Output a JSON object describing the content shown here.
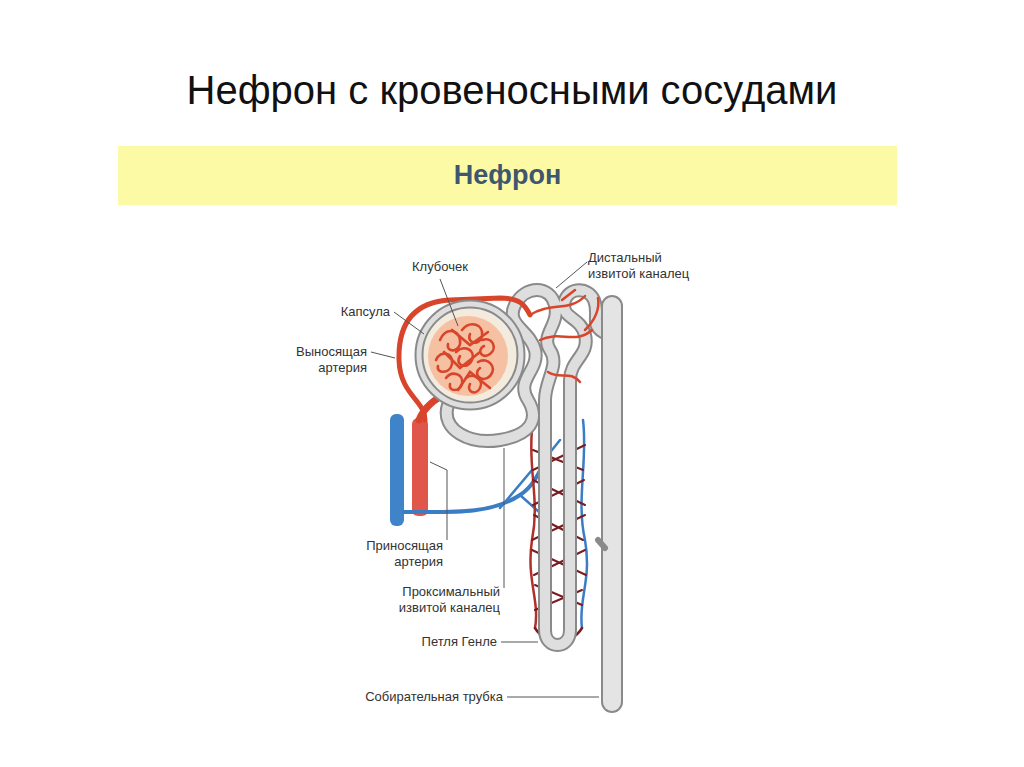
{
  "diagram": {
    "title": "Нефрон с кровеносными сосудами",
    "nodes": [
      {
        "text": [
          "Нефрон"
        ]
      }
    ],
    "labels": [
      "Клубочек",
      "Дистальный извитой каналец",
      "Капсула",
      "Выносящая артерия",
      "Приносящая артерия",
      "Проксимальный извитой каналец",
      "Петля Генле",
      "Собирательная трубка"
    ]
  }
}
